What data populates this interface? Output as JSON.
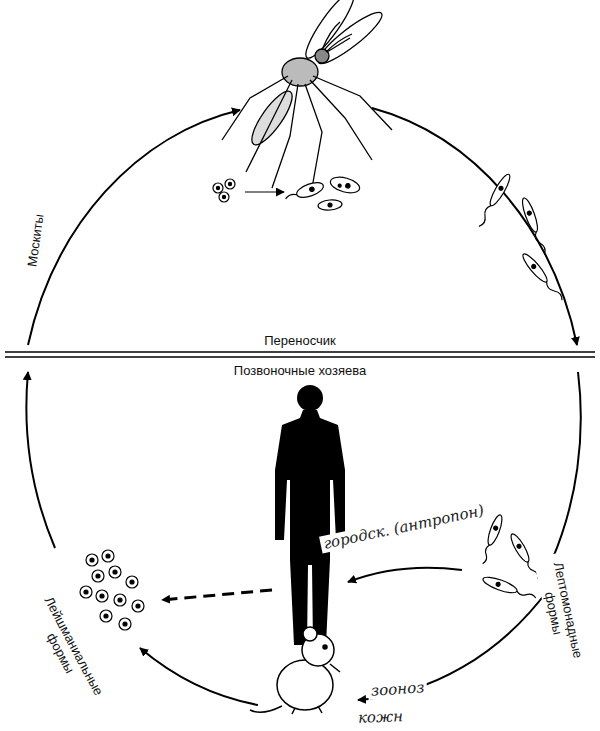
{
  "diagram": {
    "labels": [
      "Москиты",
      "Переносчик",
      "Позвоночные хозяева",
      "городск. (антропон)",
      "Лептомонадные формы",
      "Лейшманиальные формы",
      "зооноз",
      "кожн"
    ]
  }
}
